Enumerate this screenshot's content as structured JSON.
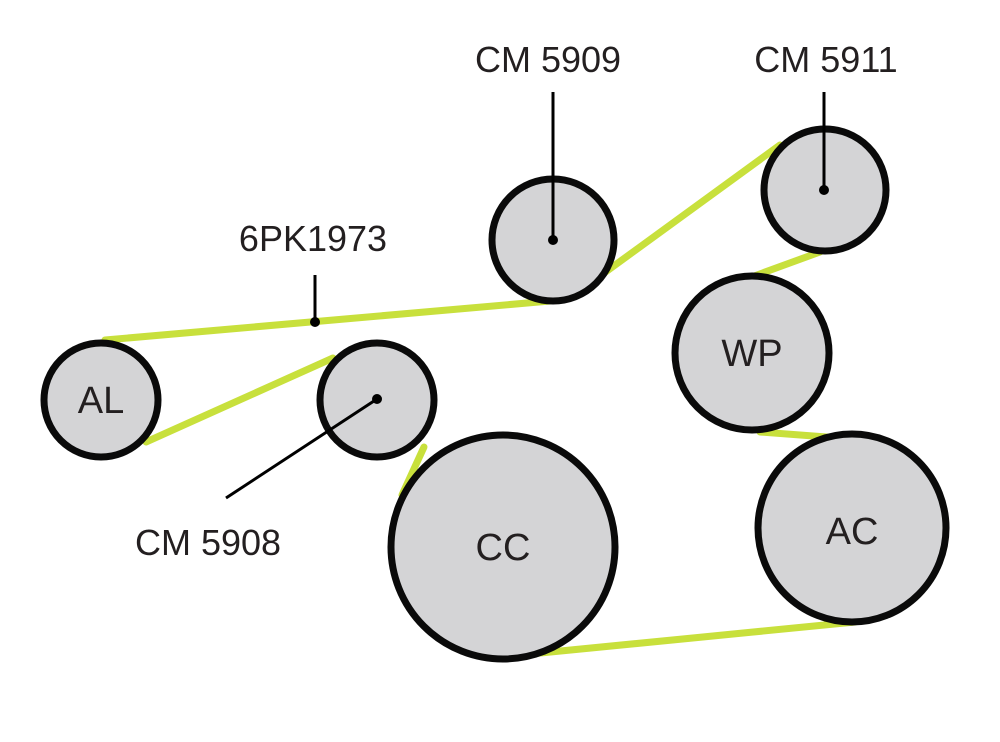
{
  "colors": {
    "belt": "#c8e03c",
    "pulley_fill": "#d4d4d6",
    "pulley_stroke": "#0a0a0a",
    "text": "#231f20"
  },
  "belt": {
    "part_number": "6PK1973"
  },
  "pulleys": {
    "al": {
      "label": "AL"
    },
    "cc": {
      "label": "CC"
    },
    "wp": {
      "label": "WP"
    },
    "ac": {
      "label": "AC"
    },
    "cm5908": {
      "part_number": "CM 5908"
    },
    "cm5909": {
      "part_number": "CM 5909"
    },
    "cm5911": {
      "part_number": "CM 5911"
    }
  }
}
